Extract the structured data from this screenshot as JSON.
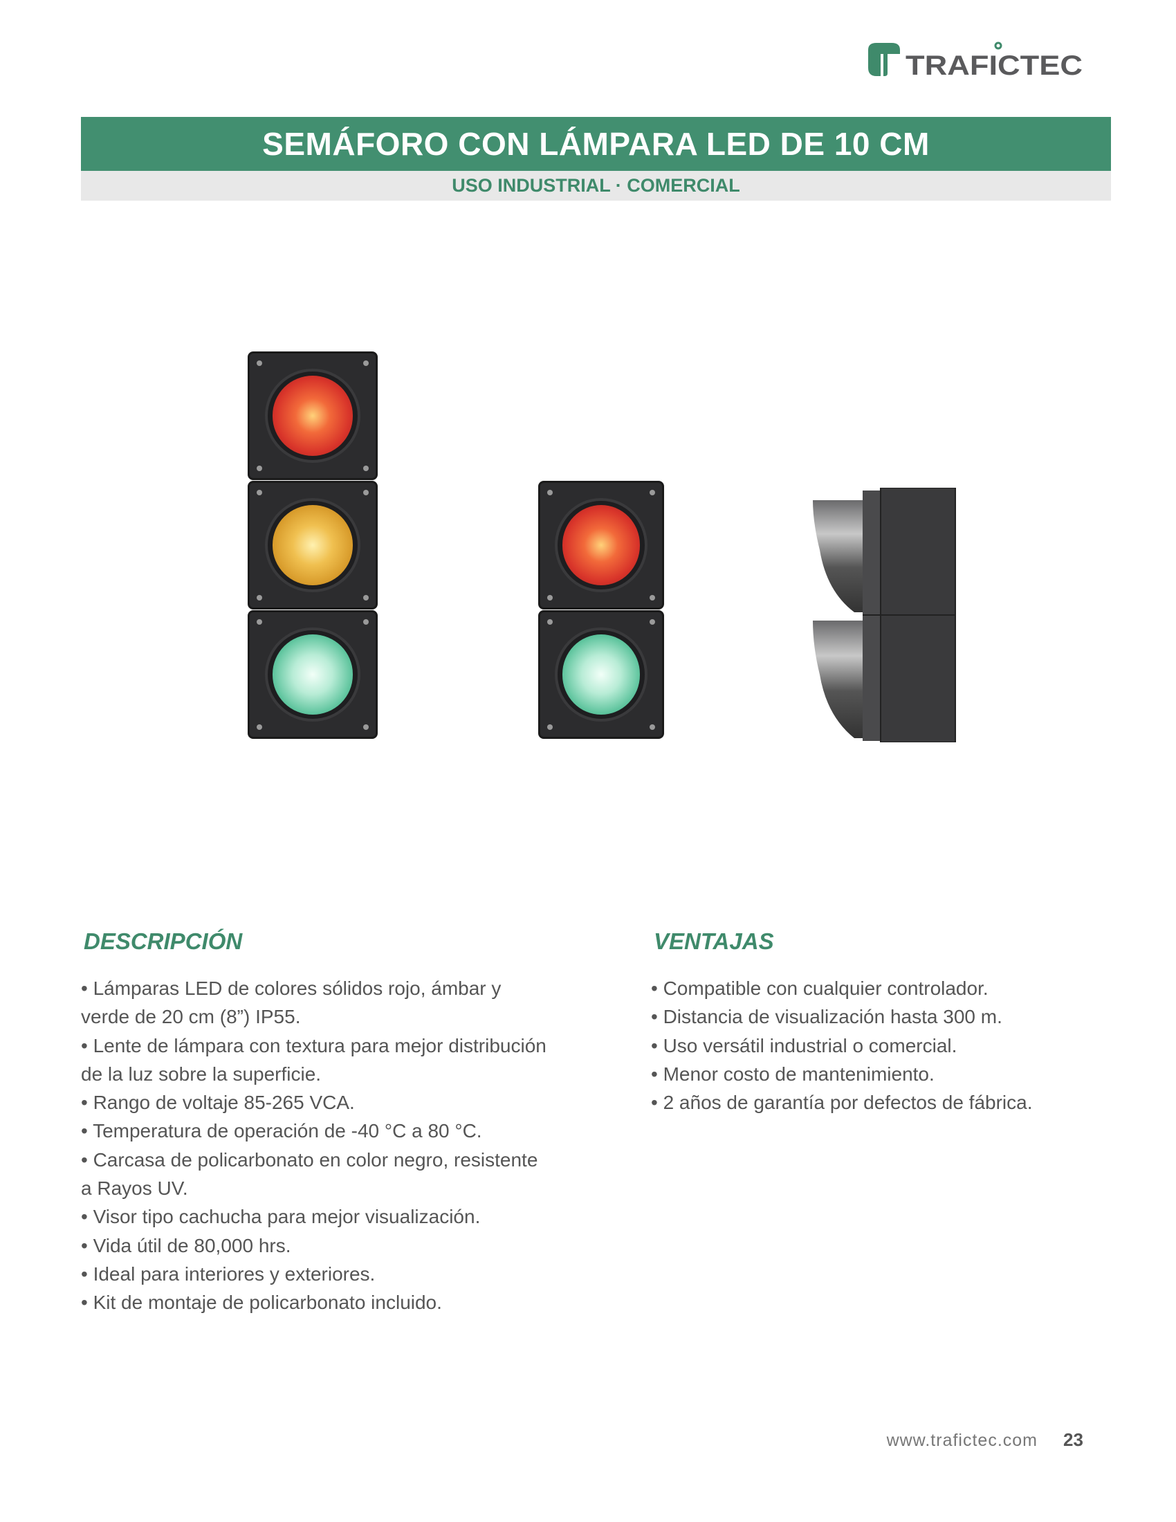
{
  "brand": {
    "logo_text": "TRAFICTEC",
    "accent_color": "#428f70"
  },
  "header": {
    "title": "SEMÁFORO CON LÁMPARA LED DE 10 CM",
    "subtitle": "USO INDUSTRIAL · COMERCIAL"
  },
  "products": [
    {
      "name": "semaforo-3-luces",
      "lights": [
        "red",
        "amber",
        "green"
      ]
    },
    {
      "name": "semaforo-2-luces",
      "lights": [
        "red",
        "green"
      ]
    },
    {
      "name": "semaforo-vista-lateral"
    }
  ],
  "descripcion": {
    "heading": "DESCRIPCIÓN",
    "items": [
      "• Lámparas LED de colores sólidos rojo, ámbar y verde de 20 cm (8”) IP55.",
      "• Lente de lámpara con textura para mejor distribución de la luz sobre la superficie.",
      "• Rango de voltaje 85-265 VCA.",
      "• Temperatura de operación de -40 °C a 80 °C.",
      "• Carcasa de policarbonato en color negro, resistente a Rayos UV.",
      "• Visor tipo cachucha para mejor visualización.",
      "• Vida útil de 80,000 hrs.",
      "• Ideal para interiores y exteriores.",
      "• Kit de montaje de policarbonato incluido."
    ]
  },
  "ventajas": {
    "heading": "VENTAJAS",
    "items": [
      "• Compatible con cualquier controlador.",
      "• Distancia de visualización hasta 300 m.",
      "• Uso versátil industrial o comercial.",
      "• Menor costo de mantenimiento.",
      "• 2 años de garantía por defectos de fábrica."
    ]
  },
  "footer": {
    "url": "www.trafictec.com",
    "page": "23"
  }
}
